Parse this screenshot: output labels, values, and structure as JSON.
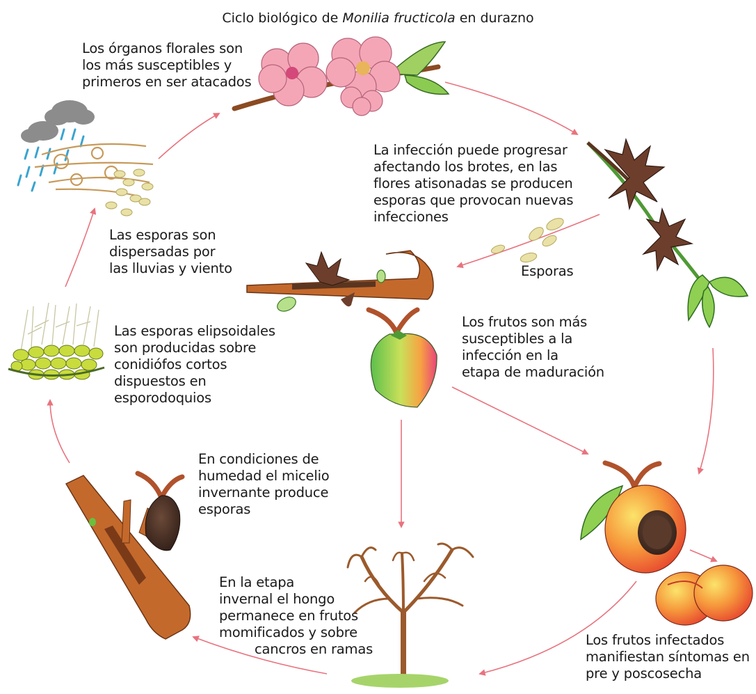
{
  "title": {
    "prefix": "Ciclo biológico de ",
    "species": "Monilia fructicola",
    "suffix": " en durazno"
  },
  "labels": {
    "floral_organs": "Los órganos florales son\nlos más susceptibles y\nprimeros en ser atacados",
    "infection_progress": "La infección puede progresar\nafectando los brotes, en las\nflores atisonadas se producen\nesporas que provocan nuevas\ninfecciones",
    "spores": "Esporas",
    "spore_dispersal": "Las esporas son\ndispersadas por\nlas lluvias y viento",
    "fruit_susceptibility": "Los frutos son más\nsusceptibles a la\ninfección en la\netapa de maduración",
    "spore_production": "Las esporas elipsoidales\nson producidas sobre\nconidiófos cortos\ndispuestos en\nesporodoquios",
    "humidity": "En condiciones de\nhumedad el micelio\ninvernante produce\nesporas",
    "winter_stage_1": "En la etapa\ninvernal el  hongo\npermanece en  frutos\nmomificados y sobre",
    "winter_stage_2": "cancros en ramas",
    "infected_fruits": "Los frutos infectados\nmanifiestan síntomas en\npre y poscosecha"
  },
  "colors": {
    "arrow": "#e8737e",
    "blossom": "#f2a3b3",
    "leaf": "#6ab640",
    "bark": "#8b4a22",
    "spore": "#e9e1a6",
    "peach_red": "#e8453c",
    "peach_yellow": "#f6d34a",
    "rot": "#4a3128",
    "cloud": "#8c8c8c",
    "rain": "#3aa4d0"
  }
}
